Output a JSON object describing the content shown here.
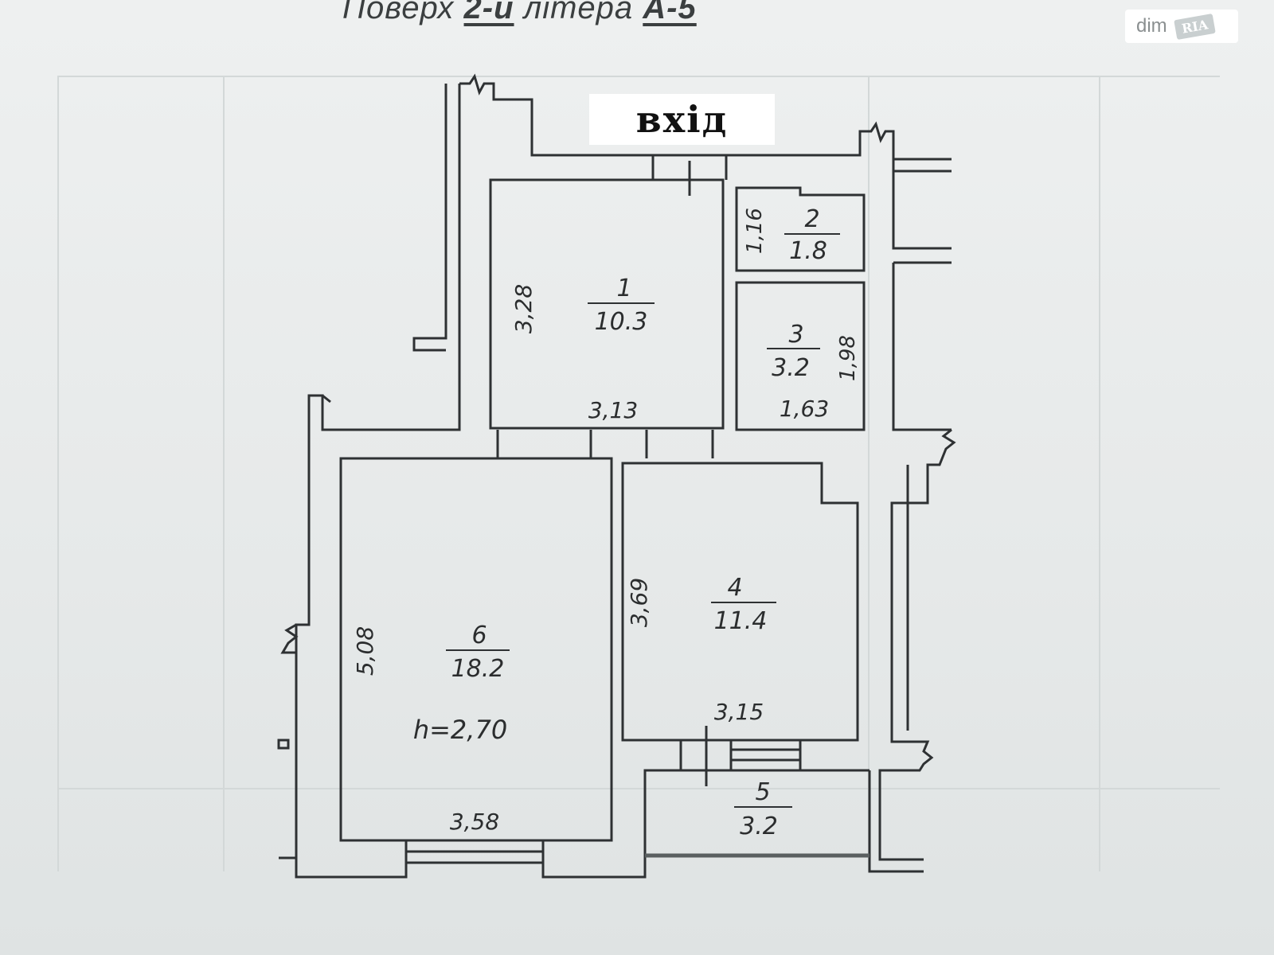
{
  "header": {
    "floor_word": "Поверх",
    "floor_value": "2-й",
    "letter_word": "літера",
    "letter_value": "А-5"
  },
  "entrance_label": "вхід",
  "watermark": {
    "text": "dim",
    "badge": "RIA"
  },
  "rooms": [
    {
      "id": "room-1",
      "number": "1",
      "area": "10.3",
      "dims": [
        "3,28",
        "3,13"
      ]
    },
    {
      "id": "room-2",
      "number": "2",
      "area": "1.8",
      "dims": [
        "1,16"
      ]
    },
    {
      "id": "room-3",
      "number": "3",
      "area": "3.2",
      "dims": [
        "1,98",
        "1,63"
      ]
    },
    {
      "id": "room-4",
      "number": "4",
      "area": "11.4",
      "dims": [
        "3,69",
        "3,15"
      ]
    },
    {
      "id": "room-5",
      "number": "5",
      "area": "3.2",
      "dims": []
    },
    {
      "id": "room-6",
      "number": "6",
      "area": "18.2",
      "dims": [
        "5,08",
        "3,58"
      ]
    }
  ],
  "ceiling_height": "h=2,70",
  "colors": {
    "line": "#2e3133",
    "height_label": "#3b4a8c",
    "paper": "#e9ecec"
  }
}
